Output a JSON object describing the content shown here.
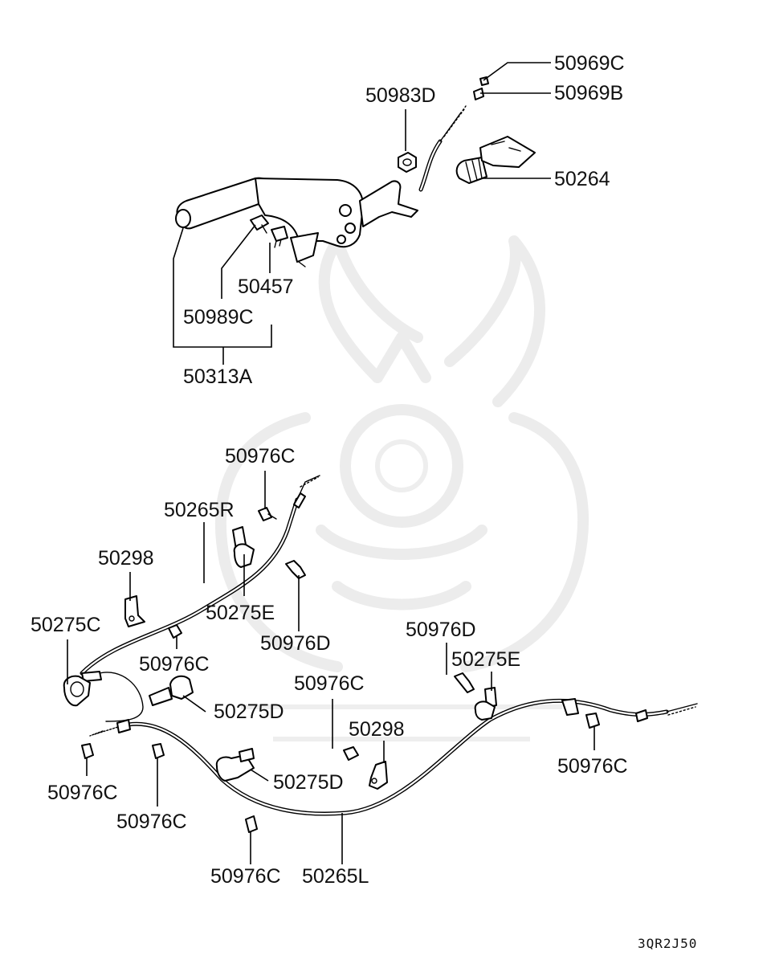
{
  "diagram": {
    "code": "3QR2J50",
    "labels": {
      "l50969C": "50969C",
      "l50969B": "50969B",
      "l50983D": "50983D",
      "l50264": "50264",
      "l50457": "50457",
      "l50989C": "50989C",
      "l50313A": "50313A",
      "l50976C_a": "50976C",
      "l50265R": "50265R",
      "l50298_a": "50298",
      "l50275E_a": "50275E",
      "l50976D_a": "50976D",
      "l50275C": "50275C",
      "l50976C_b": "50976C",
      "l50275D_a": "50275D",
      "l50976D_b": "50976D",
      "l50275E_b": "50275E",
      "l50976C_c": "50976C",
      "l50298_b": "50298",
      "l50976C_d": "50976C",
      "l50976C_e": "50976C",
      "l50976C_f": "50976C",
      "l50275D_b": "50275D",
      "l50976C_g": "50976C",
      "l50265L": "50265L"
    }
  }
}
